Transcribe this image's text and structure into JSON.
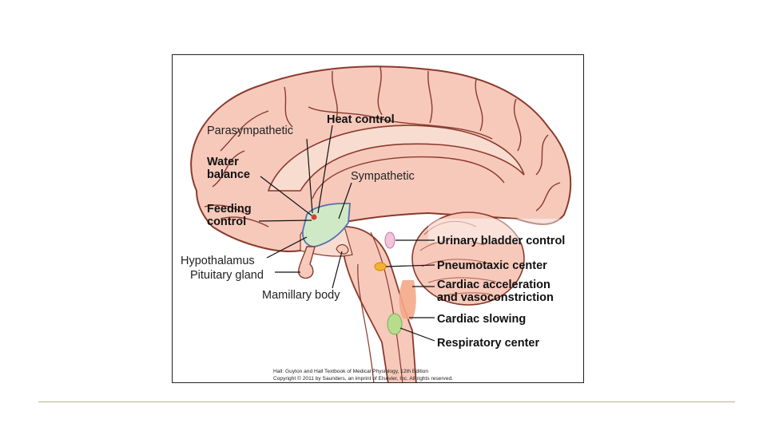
{
  "labels": {
    "parasympathetic": "Parasympathetic",
    "heat_control": "Heat control",
    "water_balance_1": "Water",
    "water_balance_2": "balance",
    "sympathetic": "Sympathetic",
    "feeding_control_1": "Feeding",
    "feeding_control_2": "control",
    "hypothalamus": "Hypothalamus",
    "pituitary_gland": "Pituitary gland",
    "mamillary_body": "Mamillary body",
    "urinary_bladder_control": "Urinary bladder control",
    "pneumotaxic_center": "Pneumotaxic center",
    "cardiac_acceleration_1": "Cardiac acceleration",
    "cardiac_acceleration_2": "and vasoconstriction",
    "cardiac_slowing": "Cardiac slowing",
    "respiratory_center": "Respiratory center"
  },
  "credit": {
    "line1": "Hall: Guyton and Hall Textbook of Medical Physiology, 12th Edition",
    "line2": "Copyright © 2011 by Saunders, an imprint of Elsevier, Inc. All rights reserved."
  },
  "colors": {
    "brain_fill": "#f6c9bb",
    "brain_outline": "#8a3a2c",
    "hypothalamus_fill": "#cfe9c7",
    "hypothalamus_outline": "#5b6fb0",
    "urinary_region": "#f3c4dc",
    "pneumotaxic_region": "#f2b233",
    "cardiac_accel_region": "#f4a888",
    "respiratory_region": "#b6dc8e",
    "divider": "#b6b48e"
  }
}
